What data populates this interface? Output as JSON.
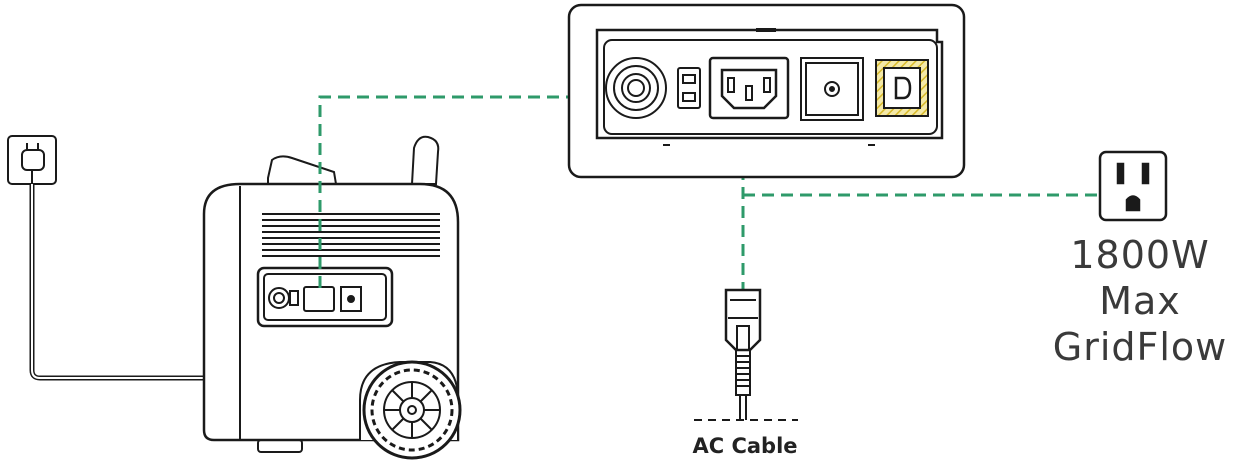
{
  "labels": {
    "gridflow_line1": "1800W Max",
    "gridflow_line2": "GridFlow",
    "ac_cable": "AC Cable"
  },
  "colors": {
    "line": "#1a1a1a",
    "dashed_connection": "#2e9a6a",
    "arrow": "#1f8a5a",
    "hatch_yellow": "#d7b92b"
  },
  "icons": [
    "wall-socket-plug-icon",
    "us-outlet-icon",
    "ac-plug-icon",
    "power-station-icon",
    "ac-input-port-icon"
  ]
}
